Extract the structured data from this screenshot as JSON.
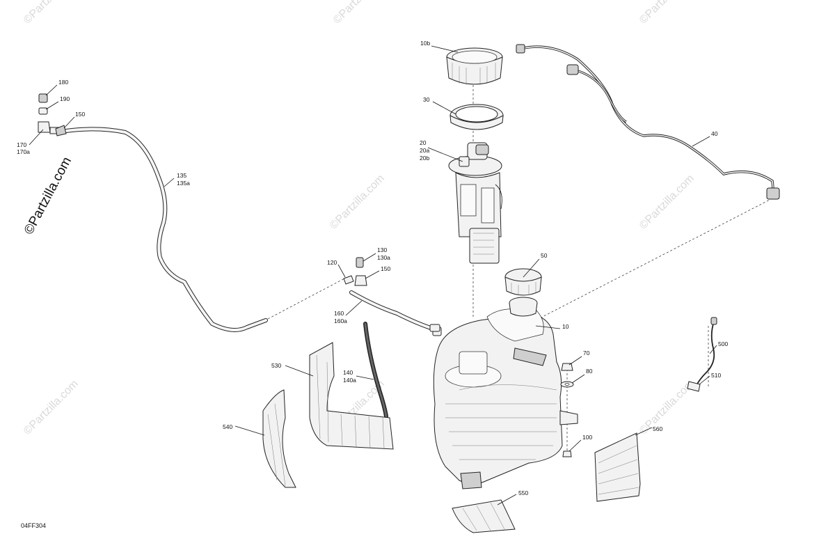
{
  "diagram": {
    "code": "04FF304",
    "watermark_text": "©Partzilla.com",
    "callouts": {
      "c10b": "10b",
      "c30": "30",
      "c20": "20",
      "c20a": "20a",
      "c20b": "20b",
      "c40": "40",
      "c50": "50",
      "c10": "10",
      "c70": "70",
      "c80": "80",
      "c100": "100",
      "c180": "180",
      "c190": "190",
      "c150a": "150",
      "c170": "170",
      "c170a": "170a",
      "c135": "135",
      "c135a": "135a",
      "c120": "120",
      "c130": "130",
      "c130a": "130a",
      "c150b": "150",
      "c160": "160",
      "c160a": "160a",
      "c140": "140",
      "c140a": "140a",
      "c530": "530",
      "c540": "540",
      "c550": "550",
      "c560": "560",
      "c500": "500",
      "c510": "510"
    }
  }
}
